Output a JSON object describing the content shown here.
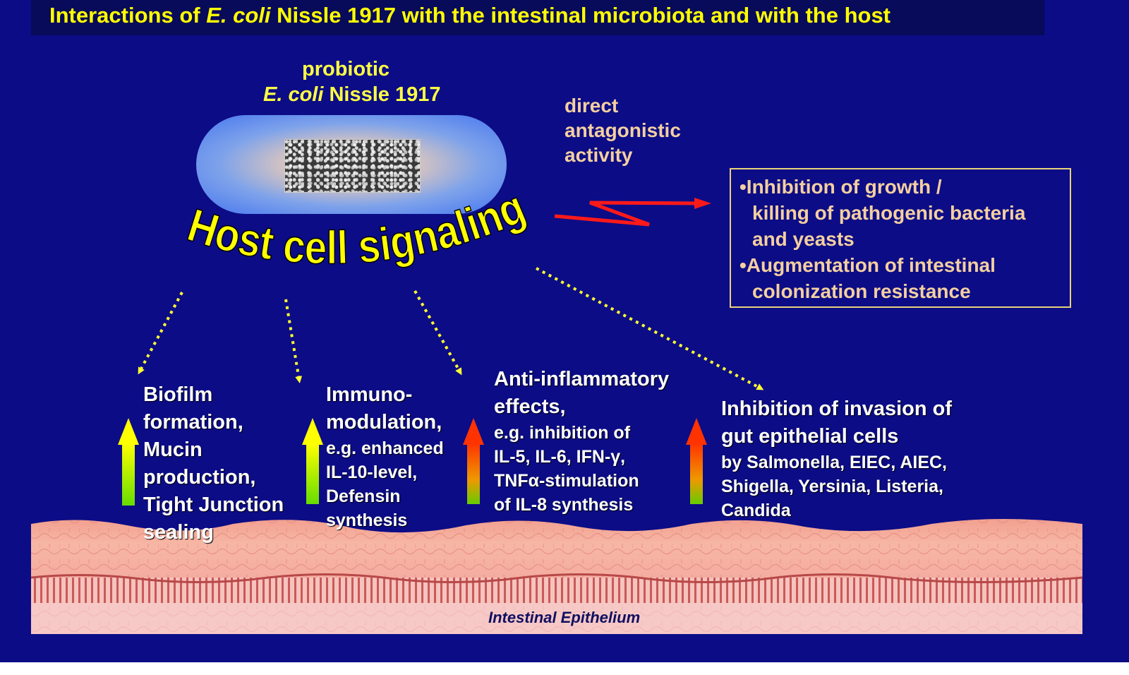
{
  "title": {
    "prefix": "Interactions of ",
    "italic": "E. coli",
    "suffix": " Nissle 1917 with the intestinal microbiota and with the host"
  },
  "probiotic": {
    "line1": "probiotic",
    "italic": "E. coli",
    "line2_rest": " Nissle 1917"
  },
  "host_signaling": "Host cell signaling",
  "direct_activity": [
    "direct",
    "antagonistic",
    "activity"
  ],
  "antagonistic_effects": {
    "bullet1_line1": "•Inhibition of growth /",
    "bullet1_line2": "killing of pathogenic bacteria",
    "bullet1_line3": "and yeasts",
    "bullet2_line1": "•Augmentation of intestinal",
    "bullet2_line2": "colonization resistance"
  },
  "effects": {
    "biofilm": [
      "Biofilm",
      "formation,",
      "Mucin",
      "production,",
      "Tight Junction",
      "sealing"
    ],
    "immuno": {
      "title": [
        "Immuno-",
        "modulation,"
      ],
      "sub": [
        "e.g. enhanced",
        "IL-10-level,",
        "Defensin",
        "synthesis"
      ]
    },
    "anti_inflammatory": {
      "title": [
        "Anti-inflammatory",
        "effects,"
      ],
      "sub": [
        "e.g. inhibition of",
        "IL-5, IL-6, IFN-γ,",
        "TNFα-stimulation",
        "of IL-8 synthesis"
      ]
    },
    "invasion": {
      "title": [
        "Inhibition of invasion of",
        "gut epithelial cells"
      ],
      "sub": [
        "by Salmonella, EIEC, AIEC,",
        "Shigella, Yersinia, Listeria,",
        "Candida"
      ]
    }
  },
  "epithelium_label": "Intestinal Epithelium",
  "colors": {
    "background": "#0c0c86",
    "title_text": "#ffff00",
    "signaling_text": "#ffff00",
    "accent_tan": "#f4cfa0",
    "lightning": "#ff1a1a",
    "dotted_arrow": "#ffff33",
    "up_arrow_increase": "#ffff00",
    "up_arrow_decrease": "#ff3300"
  }
}
